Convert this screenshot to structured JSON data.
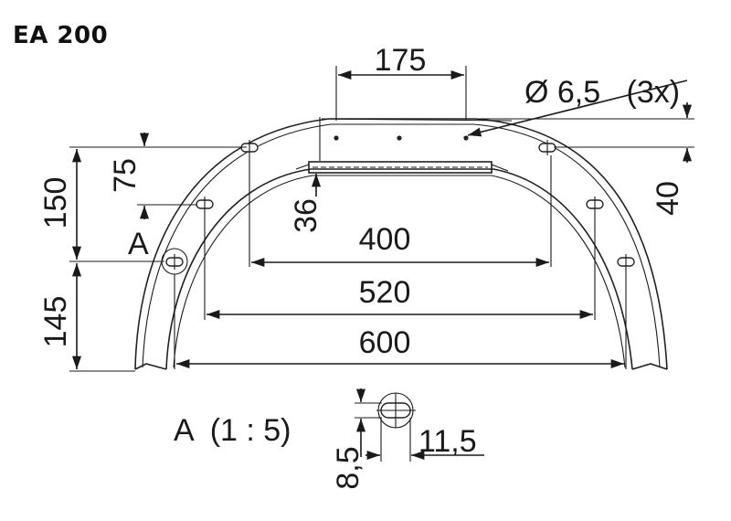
{
  "title": "EA 200",
  "dimensions": {
    "top_width": "175",
    "hole": "Ø 6,5   (3x)",
    "left_height": "150",
    "left_offset": "75",
    "lower_height": "145",
    "right_height": "40",
    "strip_height": "36",
    "inner_width": "400",
    "middle_width": "520",
    "overall_width": "600",
    "section_marker": "A"
  },
  "detail": {
    "label": "A  (1 : 5)",
    "slot_height": "8,5",
    "slot_width": "11,5"
  }
}
